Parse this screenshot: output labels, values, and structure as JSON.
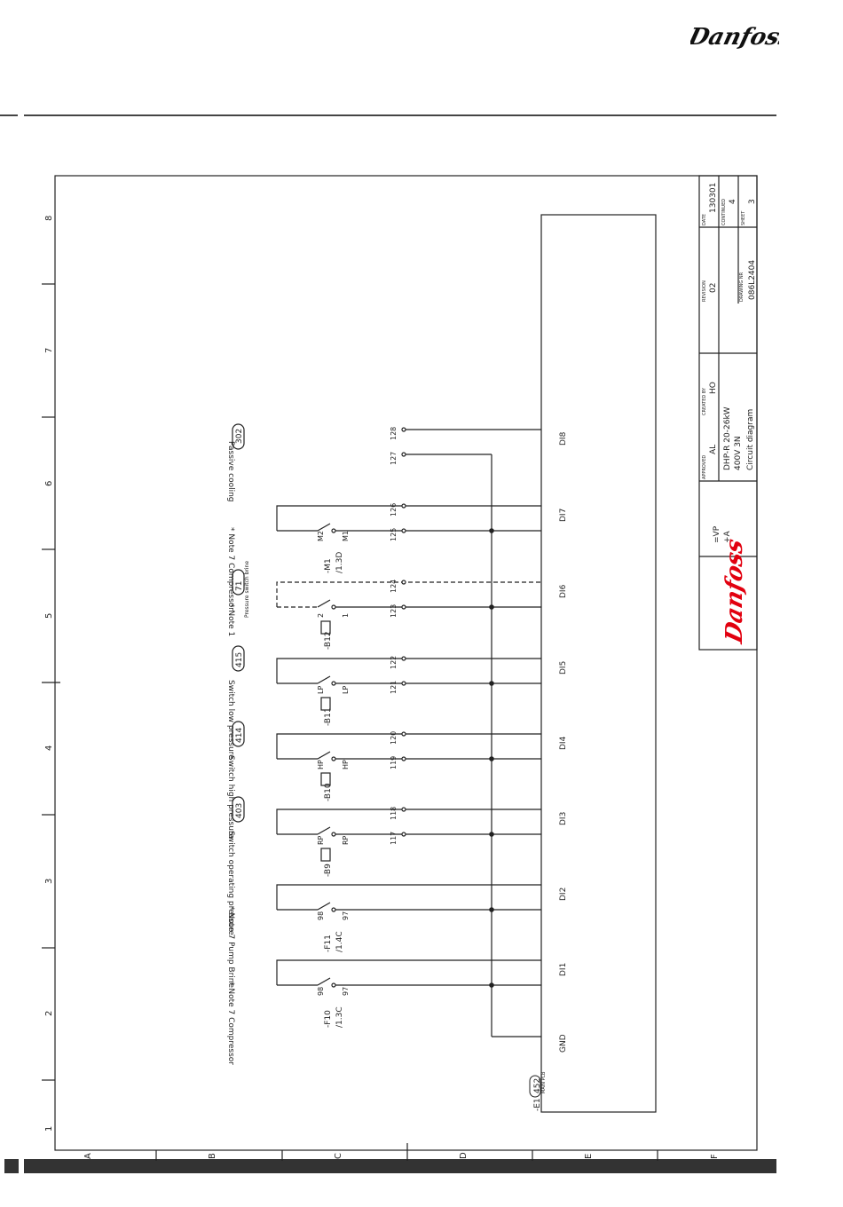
{
  "brand": {
    "name": "Danfoss",
    "color": "#e2000f"
  },
  "grid": {
    "rows": [
      "1",
      "2",
      "3",
      "4",
      "5",
      "6",
      "7",
      "8"
    ],
    "cols": [
      "A",
      "B",
      "C",
      "D",
      "E",
      "F"
    ]
  },
  "title_block": {
    "date_label": "DATE",
    "date": "130301",
    "continued_label": "CONTINUED",
    "continued": "4",
    "sheet_label": "SHEET",
    "sheet": "3",
    "revision_label": "REVISION",
    "revision": "02",
    "drawing_nr_label": "DRAWING NR",
    "drawing_nr": "086L2404",
    "created_by_label": "CREATED BY",
    "created_by": "HO",
    "approved_label": "APPROVED",
    "approved": "AL",
    "title_line1": "DHP-R 20-26kW",
    "title_line2": "400V 3N",
    "title_line3": "Circuit diagram",
    "ref1": "=VP",
    "ref2": "+A"
  },
  "controller": {
    "name": "-E1",
    "ref": "452",
    "sub": "MAIN PCB",
    "gnd": "GND",
    "inputs": [
      "DI1",
      "DI2",
      "DI3",
      "DI4",
      "DI5",
      "DI6",
      "DI7",
      "DI8"
    ]
  },
  "circuits": [
    {
      "device": "-F10",
      "devref": "/1.3C",
      "t_in": "97",
      "t_out": "98",
      "desc": "* Note 7   Compressor",
      "ref": ""
    },
    {
      "device": "-F11",
      "devref": "/1.4C",
      "t_in": "97",
      "t_out": "98",
      "desc": "* Note 7   Pump Brine",
      "ref": ""
    },
    {
      "device": "-B9",
      "devref": "",
      "t_in": "RP",
      "t_out": "RP",
      "wire_a": "117",
      "wire_b": "118",
      "desc": "Switch operating pressure",
      "ref": "403"
    },
    {
      "device": "-B10",
      "devref": "",
      "t_in": "HP",
      "t_out": "HP",
      "wire_a": "119",
      "wire_b": "120",
      "desc": "Switch high pressure",
      "ref": "414"
    },
    {
      "device": "-B11",
      "devref": "",
      "t_in": "LP",
      "t_out": "LP",
      "wire_a": "121",
      "wire_b": "122",
      "desc": "Switch low pressure",
      "ref": "415"
    },
    {
      "device": "-B12",
      "devref": "",
      "t_in": "1",
      "t_out": "2",
      "wire_a": "123",
      "wire_b": "124",
      "desc": "* Note 1",
      "ref": "71",
      "sub": "Pressure switch brine"
    },
    {
      "device": "-M1",
      "devref": "/1.3D",
      "t_in": "M1",
      "t_out": "M2",
      "wire_a": "125",
      "wire_b": "126",
      "desc": "* Note 7  Compressor",
      "ref": ""
    },
    {
      "device": "",
      "devref": "",
      "t_in": "",
      "t_out": "",
      "wire_a": "127",
      "wire_b": "128",
      "desc": "Passive cooling",
      "ref": "302"
    }
  ]
}
